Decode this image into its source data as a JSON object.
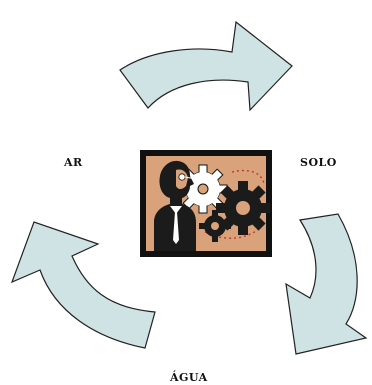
{
  "nodes": {
    "ar": "AR",
    "solo": "SOLO",
    "agua": "ÁGUA"
  },
  "colors": {
    "arrow_fill": "#cfe3e5",
    "arrow_stroke": "#222222",
    "picture_bg": "#d9a27a",
    "picture_border": "#111111",
    "gear_dark": "#1b1b1b",
    "gear_light": "#ffffff",
    "dotted_red": "#c0392b",
    "person_outline": "#111111"
  },
  "icons": {
    "center": "person-with-gears-clipart",
    "cycle": "curved-arrow"
  }
}
